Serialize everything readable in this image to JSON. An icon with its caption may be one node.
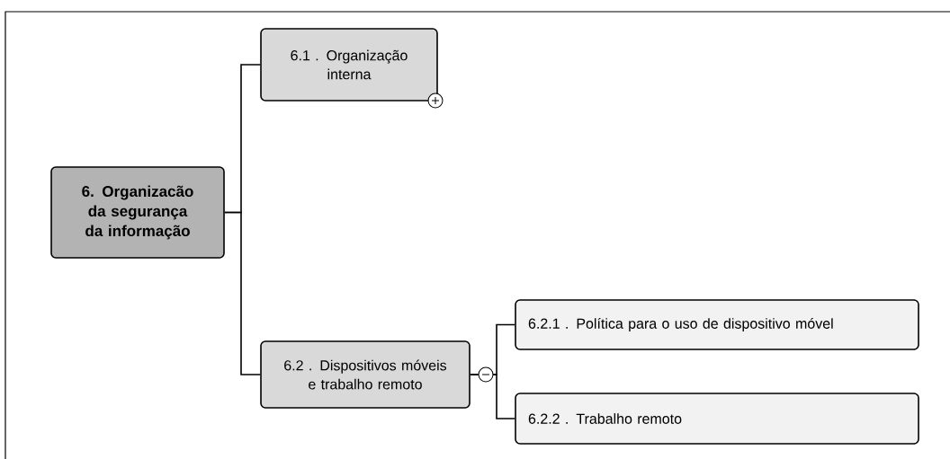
{
  "diagram": {
    "nodes": [
      {
        "text": [
          "6. Organizacão da segurança da informação"
        ]
      },
      {
        "text": [
          "6.1 . Organização interna"
        ]
      },
      {
        "text": [
          "6.2 . Dispositivos móveis e trabalho remoto"
        ]
      },
      {
        "text": [
          "6.2.1 . Política para o uso de dispositivo móvel"
        ]
      },
      {
        "text": [
          "6.2.2 . Trabalho remoto"
        ]
      }
    ],
    "edges": [
      {
        "from": 0,
        "to": 1,
        "arrow": "none"
      },
      {
        "from": 0,
        "to": 2,
        "arrow": "none"
      },
      {
        "from": 2,
        "to": 3,
        "arrow": "none"
      },
      {
        "from": 2,
        "to": 4,
        "arrow": "none"
      }
    ]
  }
}
